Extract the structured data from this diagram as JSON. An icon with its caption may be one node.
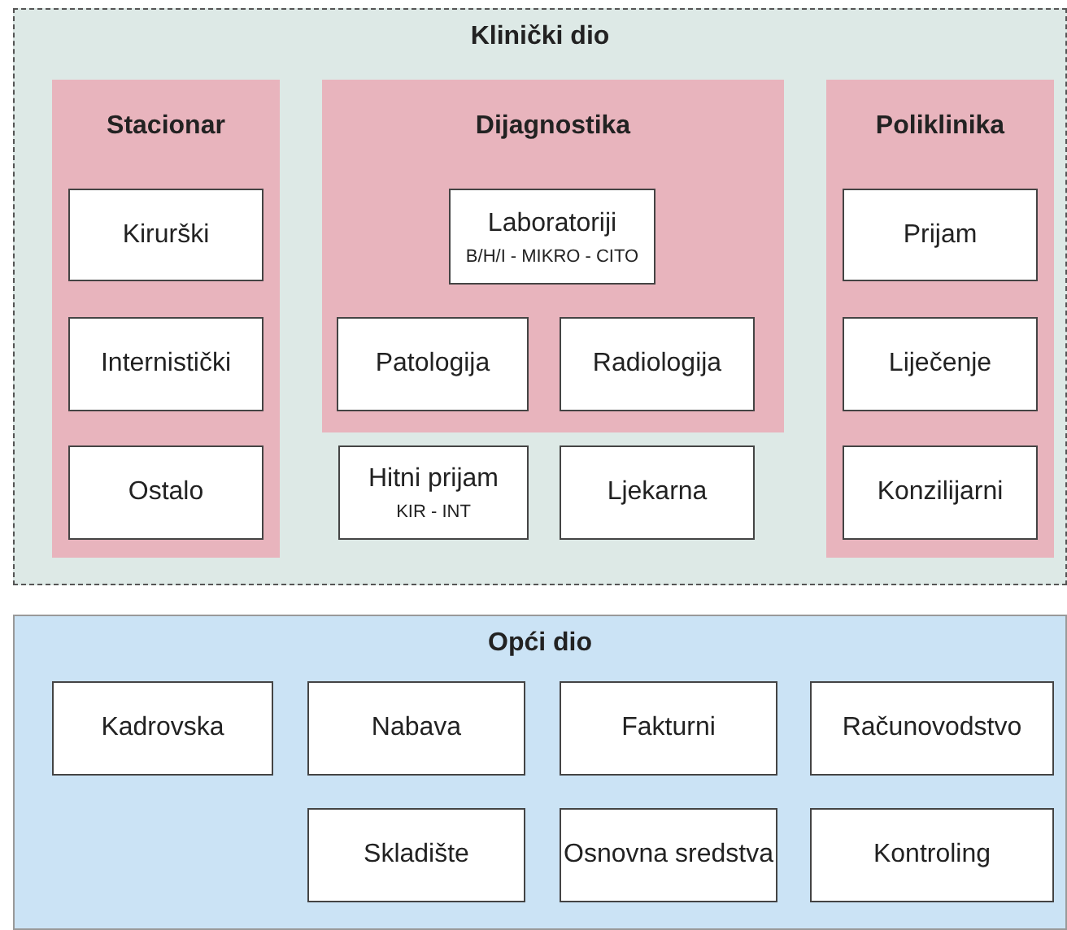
{
  "diagram": {
    "nodes": [
      {
        "text": [
          "Klinički dio"
        ]
      },
      {
        "text": [
          "Stacionar"
        ],
        "in": 0
      },
      {
        "text": [
          "Kirurški"
        ],
        "in": 1
      },
      {
        "text": [
          "Internistički"
        ],
        "in": 1
      },
      {
        "text": [
          "Ostalo"
        ],
        "in": 1
      },
      {
        "text": [
          "Dijagnostika"
        ],
        "in": 0
      },
      {
        "text": [
          "Laboratoriji",
          "B/H/I - MIKRO - CITO"
        ],
        "in": 5
      },
      {
        "text": [
          "Patologija"
        ],
        "in": 5
      },
      {
        "text": [
          "Radiologija"
        ],
        "in": 5
      },
      {
        "text": [
          "Hitni prijam",
          "KIR - INT"
        ],
        "in": 0
      },
      {
        "text": [
          "Ljekarna"
        ],
        "in": 0
      },
      {
        "text": [
          "Poliklinika"
        ],
        "in": 0
      },
      {
        "text": [
          "Prijam"
        ],
        "in": 11
      },
      {
        "text": [
          "Liječenje"
        ],
        "in": 11
      },
      {
        "text": [
          "Konzilijarni"
        ],
        "in": 11
      },
      {
        "text": [
          "Opći dio"
        ]
      },
      {
        "text": [
          "Kadrovska"
        ],
        "in": 15
      },
      {
        "text": [
          "Nabava"
        ],
        "in": 15
      },
      {
        "text": [
          "Fakturni"
        ],
        "in": 15
      },
      {
        "text": [
          "Računovodstvo"
        ],
        "in": 15
      },
      {
        "text": [
          "Skladište"
        ],
        "in": 15
      },
      {
        "text": [
          "Osnovna sredstva"
        ],
        "in": 15
      },
      {
        "text": [
          "Kontroling"
        ],
        "in": 15
      }
    ]
  }
}
